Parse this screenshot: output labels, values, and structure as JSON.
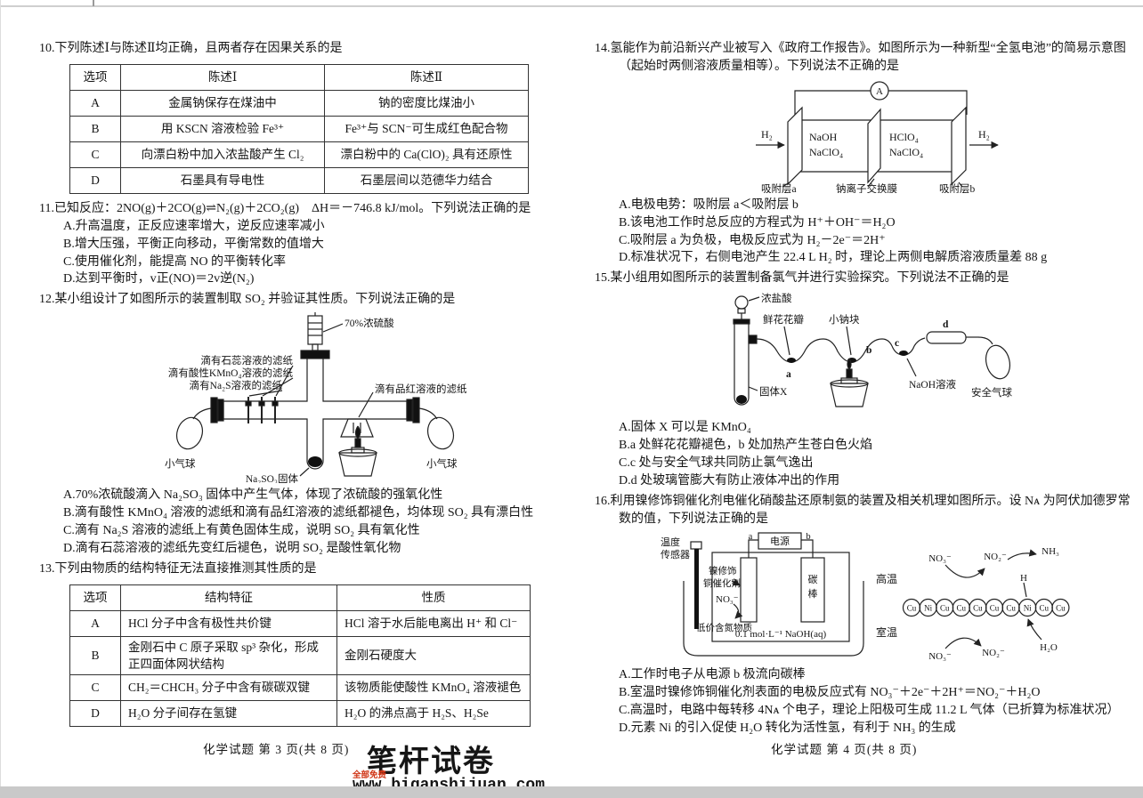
{
  "left": {
    "q10": {
      "stem": "10.下列陈述Ⅰ与陈述Ⅱ均正确，且两者存在因果关系的是",
      "table": {
        "headers": [
          "选项",
          "陈述Ⅰ",
          "陈述Ⅱ"
        ],
        "rows": [
          {
            "opt": "A",
            "c1": "金属钠保存在煤油中",
            "c2": "钠的密度比煤油小"
          },
          {
            "opt": "B",
            "c1": "用 KSCN 溶液检验 Fe³⁺",
            "c2": "Fe³⁺与 SCN⁻可生成红色配合物"
          },
          {
            "opt": "C",
            "c1": "向漂白粉中加入浓盐酸产生 Cl₂",
            "c2": "漂白粉中的 Ca(ClO)₂ 具有还原性"
          },
          {
            "opt": "D",
            "c1": "石墨具有导电性",
            "c2": "石墨层间以范德华力结合"
          }
        ]
      }
    },
    "q11": {
      "stem": "11.已知反应：2NO(g)＋2CO(g)⇌N₂(g)＋2CO₂(g)　ΔH＝－746.8 kJ/mol。下列说法正确的是",
      "options": [
        "A.升高温度，正反应速率增大，逆反应速率减小",
        "B.增大压强，平衡正向移动，平衡常数的值增大",
        "C.使用催化剂，能提高 NO 的平衡转化率",
        "D.达到平衡时，v正(NO)＝2v逆(N₂)"
      ]
    },
    "q12": {
      "stem": "12.某小组设计了如图所示的装置制取 SO₂ 并验证其性质。下列说法正确的是",
      "diagram": {
        "syringe_label": "70%浓硫酸",
        "litmus_label": "滴有石蕊溶液的滤纸",
        "kmno4_label": "滴有酸性KMnO₄溶液的滤纸",
        "na2s_label": "滴有Na₂S溶液的滤纸",
        "fuchsin_label": "滴有品红溶液的滤纸",
        "balloon_left_label": "小气球",
        "balloon_right_label": "小气球",
        "solid_label": "Na₂SO₃固体"
      },
      "options": [
        "A.70%浓硫酸滴入 Na₂SO₃ 固体中产生气体，体现了浓硫酸的强氧化性",
        "B.滴有酸性 KMnO₄ 溶液的滤纸和滴有品红溶液的滤纸都褪色，均体现 SO₂ 具有漂白性",
        "C.滴有 Na₂S 溶液的滤纸上有黄色固体生成，说明 SO₂ 具有氧化性",
        "D.滴有石蕊溶液的滤纸先变红后褪色，说明 SO₂ 是酸性氧化物"
      ]
    },
    "q13": {
      "stem": "13.下列由物质的结构特征无法直接推测其性质的是",
      "table": {
        "headers": [
          "选项",
          "结构特征",
          "性质"
        ],
        "rows": [
          {
            "opt": "A",
            "c1": "HCl 分子中含有极性共价键",
            "c2": "HCl 溶于水后能电离出 H⁺ 和 Cl⁻"
          },
          {
            "opt": "B",
            "c1": "金刚石中 C 原子采取 sp³ 杂化，形成正四面体网状结构",
            "c2": "金刚石硬度大"
          },
          {
            "opt": "C",
            "c1": "CH₂＝CHCH₃ 分子中含有碳碳双键",
            "c2": "该物质能使酸性 KMnO₄ 溶液褪色"
          },
          {
            "opt": "D",
            "c1": "H₂O 分子间存在氢键",
            "c2": "H₂O 的沸点高于 H₂S、H₂Se"
          }
        ]
      }
    },
    "footer": "化学试题 第 3 页(共 8 页)"
  },
  "right": {
    "q14": {
      "stem": "14.氢能作为前沿新兴产业被写入《政府工作报告》。如图所示为一种新型“全氢电池”的简易示意图（起始时两侧溶液质量相等）。下列说法不正确的是",
      "diagram": {
        "ammeter": "A",
        "left_solution_1": "NaOH",
        "left_solution_2": "NaClO₄",
        "right_solution_1": "HClO₄",
        "right_solution_2": "NaClO₄",
        "h2_in": "H₂",
        "h2_out": "H₂",
        "layer_a_label": "吸附层a",
        "membrane_label": "钠离子交换膜",
        "layer_b_label": "吸附层b"
      },
      "options": [
        "A.电极电势：吸附层 a＜吸附层 b",
        "B.该电池工作时总反应的方程式为 H⁺＋OH⁻＝H₂O",
        "C.吸附层 a 为负极，电极反应式为 H₂－2e⁻＝2H⁺",
        "D.标准状况下，右侧电池产生 22.4 L H₂ 时，理论上两侧电解质溶液质量差 88 g"
      ]
    },
    "q15": {
      "stem": "15.某小组用如图所示的装置制备氯气并进行实验探究。下列说法不正确的是",
      "diagram": {
        "acid_label": "浓盐酸",
        "petal_label": "鲜花花瓣",
        "sodium_label": "小钠块",
        "naoh_label": "NaOH溶液",
        "balloon_label": "安全气球",
        "solid_label": "固体X",
        "point_a": "a",
        "point_b": "b",
        "point_c": "c",
        "point_d": "d"
      },
      "options": [
        "A.固体 X 可以是 KMnO₄",
        "B.a 处鲜花花瓣褪色，b 处加热产生苍白色火焰",
        "C.c 处与安全气球共同防止氯气逸出",
        "D.d 处玻璃管膨大有防止液体冲出的作用"
      ]
    },
    "q16": {
      "stem": "16.利用镍修饰铜催化剂电催化硝酸盐还原制氨的装置及相关机理如图所示。设 Nᴀ 为阿伏加德罗常数的值，下列说法正确的是",
      "diagram": {
        "power_label": "电源",
        "terminal_a": "a",
        "terminal_b": "b",
        "sensor_line1": "温度",
        "sensor_line2": "传感器",
        "catalyst_line1": "镍修饰",
        "catalyst_line2": "铜催化剂",
        "no3_label": "NO₃⁻",
        "low_valence_label": "低价含氮物质",
        "carbon_char1": "碳",
        "carbon_char2": "棒",
        "solution_label": "0.1 mol·L⁻¹ NaOH(aq)",
        "high_temp": "高温",
        "room_temp": "室温",
        "atoms": [
          "Cu",
          "Ni",
          "Cu",
          "Cu",
          "Cu",
          "Cu",
          "Cu",
          "Ni",
          "Cu",
          "Cu"
        ],
        "mech_top_no3": "NO₃⁻",
        "mech_top_no2": "NO₂⁻",
        "mech_h": "H",
        "mech_nh3": "NH₃",
        "mech_bottom_no3": "NO₃⁻",
        "mech_bottom_no2": "NO₂⁻",
        "mech_h2o": "H₂O"
      },
      "options": [
        "A.工作时电子从电源 b 极流向碳棒",
        "B.室温时镍修饰铜催化剂表面的电极反应式有 NO₃⁻＋2e⁻＋2H⁺＝NO₂⁻＋H₂O",
        "C.高温时，电路中每转移 4Nᴀ 个电子，理论上阳极可生成 11.2 L 气体（已折算为标准状况）",
        "D.元素 Ni 的引入促使 H₂O 转化为活性氢，有利于 NH₃ 的生成"
      ]
    },
    "footer": "化学试题 第 4 页(共 8 页)"
  },
  "watermark": {
    "title": "笔杆试卷",
    "tag": "全部免费",
    "url": "www.biganshijuan.com"
  }
}
